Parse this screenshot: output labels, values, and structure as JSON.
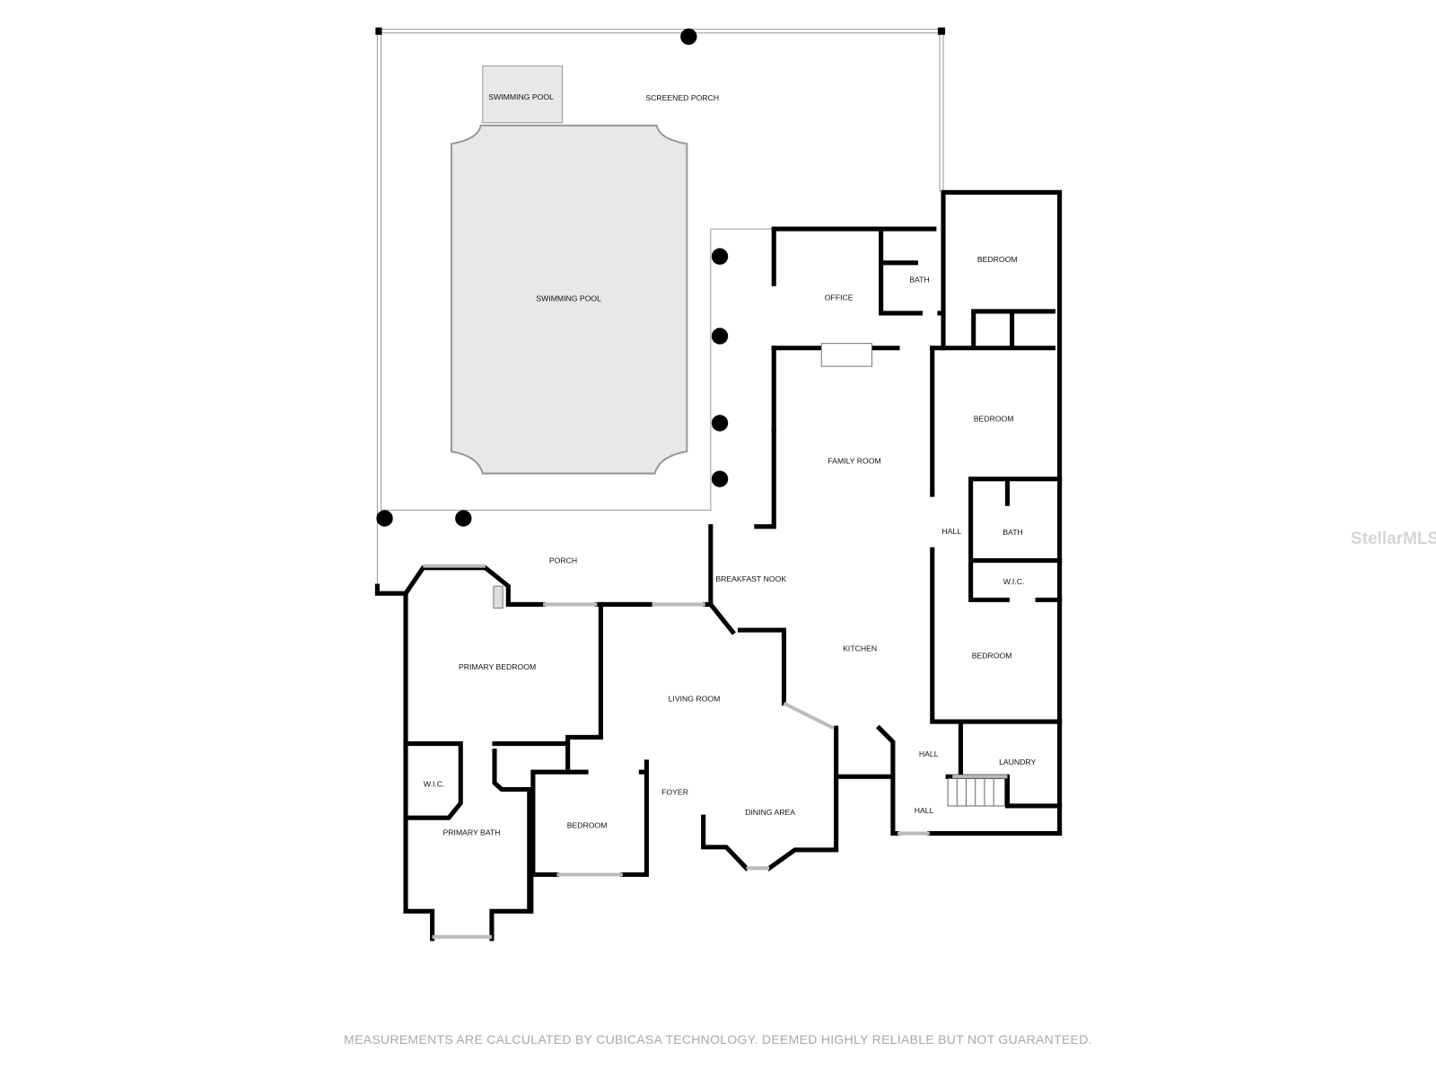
{
  "rooms": {
    "swimming_pool_small": "SWIMMING POOL",
    "screened_porch": "SCREENED PORCH",
    "swimming_pool": "SWIMMING POOL",
    "office": "OFFICE",
    "bath_1": "BATH",
    "bedroom_1": "BEDROOM",
    "bedroom_2": "BEDROOM",
    "family_room": "FAMILY ROOM",
    "hall_1": "HALL",
    "bath_2": "BATH",
    "wic_1": "W.I.C.",
    "porch": "PORCH",
    "breakfast_nook": "BREAKFAST NOOK",
    "kitchen": "KITCHEN",
    "bedroom_3": "BEDROOM",
    "primary_bedroom": "PRIMARY BEDROOM",
    "living_room": "LIVING ROOM",
    "hall_2": "HALL",
    "laundry": "LAUNDRY",
    "wic_2": "W.I.C.",
    "foyer": "FOYER",
    "dining_area": "DINING AREA",
    "hall_3": "HALL",
    "primary_bath": "PRIMARY BATH",
    "bedroom_4": "BEDROOM"
  },
  "watermark": "StellarMLS",
  "footer": "MEASUREMENTS ARE CALCULATED BY CUBICASA TECHNOLOGY. DEEMED HIGHLY RELIABLE BUT NOT GUARANTEED."
}
